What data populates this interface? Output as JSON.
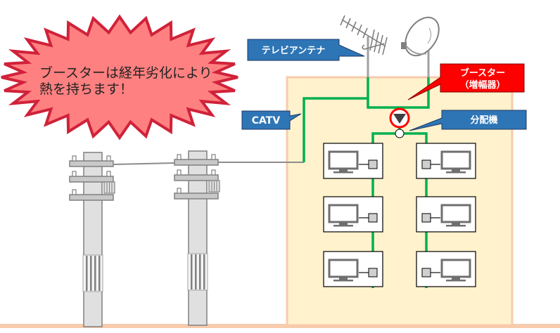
{
  "diagram": {
    "title": "CATV / TV antenna booster wiring diagram",
    "warning_burst": {
      "line1": "ブースターは経年劣化により",
      "line2": "熱を持ちます！",
      "fill": "#ff8080",
      "stroke": "#d0223a"
    },
    "labels": {
      "tv_antenna": "テレビアンテナ",
      "catv": "CATV",
      "booster_line1": "ブースター",
      "booster_line2": "（増幅器）",
      "splitter": "分配機"
    },
    "colors": {
      "blue_callout": "#2e75b6",
      "red_callout": "#ff0000",
      "cable_green": "#00b050",
      "house_fill": "#fff2cc",
      "house_border": "#f8cbad",
      "ground": "#f8cbad",
      "pole_fill": "#e0e0e0",
      "pole_stroke": "#808080"
    },
    "components": {
      "antennas": [
        "tv-antenna",
        "satellite-dish"
      ],
      "booster": "booster-amplifier",
      "splitter": "splitter",
      "utility_poles": 2,
      "tv_outlets": [
        {
          "room": "left-1",
          "side": "left"
        },
        {
          "room": "left-2",
          "side": "left"
        },
        {
          "room": "left-3",
          "side": "left"
        },
        {
          "room": "right-1",
          "side": "right"
        },
        {
          "room": "right-2",
          "side": "right"
        },
        {
          "room": "right-3",
          "side": "right"
        }
      ]
    }
  }
}
